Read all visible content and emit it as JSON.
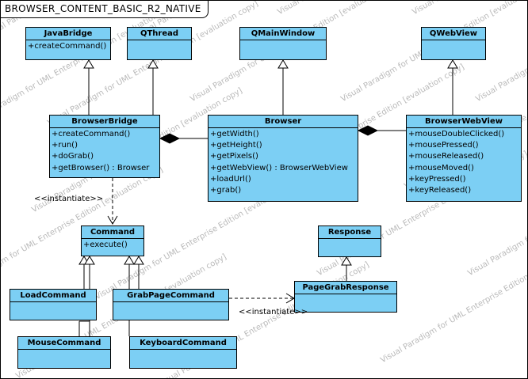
{
  "frame": {
    "title": "BROWSER_CONTENT_BASIC_R2_NATIVE"
  },
  "watermark_text": "Visual Paradigm for UML Enterprise Edition [evaluation copy]",
  "classes": {
    "javabridge": {
      "name": "JavaBridge",
      "ops": [
        "+createCommand()"
      ]
    },
    "qthread": {
      "name": "QThread",
      "ops": []
    },
    "qmainwindow": {
      "name": "QMainWindow",
      "ops": []
    },
    "qwebview": {
      "name": "QWebView",
      "ops": []
    },
    "browserbridge": {
      "name": "BrowserBridge",
      "ops": [
        "+createCommand()",
        "+run()",
        "+doGrab()",
        "+getBrowser() : Browser"
      ]
    },
    "browser": {
      "name": "Browser",
      "ops": [
        "+getWidth()",
        "+getHeight()",
        "+getPixels()",
        "+getWebView() : BrowserWebView",
        "+loadUrl()",
        "+grab()"
      ]
    },
    "browserwebview": {
      "name": "BrowserWebView",
      "ops": [
        "+mouseDoubleClicked()",
        "+mousePressed()",
        "+mouseReleased()",
        "+mouseMoved()",
        "+keyPressed()",
        "+keyReleased()"
      ]
    },
    "command": {
      "name": "Command",
      "ops": [
        "+execute()"
      ]
    },
    "response": {
      "name": "Response",
      "ops": []
    },
    "loadcommand": {
      "name": "LoadCommand",
      "ops": []
    },
    "grabpagecommand": {
      "name": "GrabPageCommand",
      "ops": []
    },
    "pagegrabresponse": {
      "name": "PageGrabResponse",
      "ops": []
    },
    "mousecommand": {
      "name": "MouseCommand",
      "ops": []
    },
    "keyboardcommand": {
      "name": "KeyboardCommand",
      "ops": []
    }
  },
  "labels": {
    "instantiate_command": "<<instantiate>>",
    "instantiate_response": "<<instantiate>>"
  },
  "colors": {
    "class_fill": "#7ccff4",
    "line": "#000000",
    "watermark": "#b9b9b9"
  }
}
